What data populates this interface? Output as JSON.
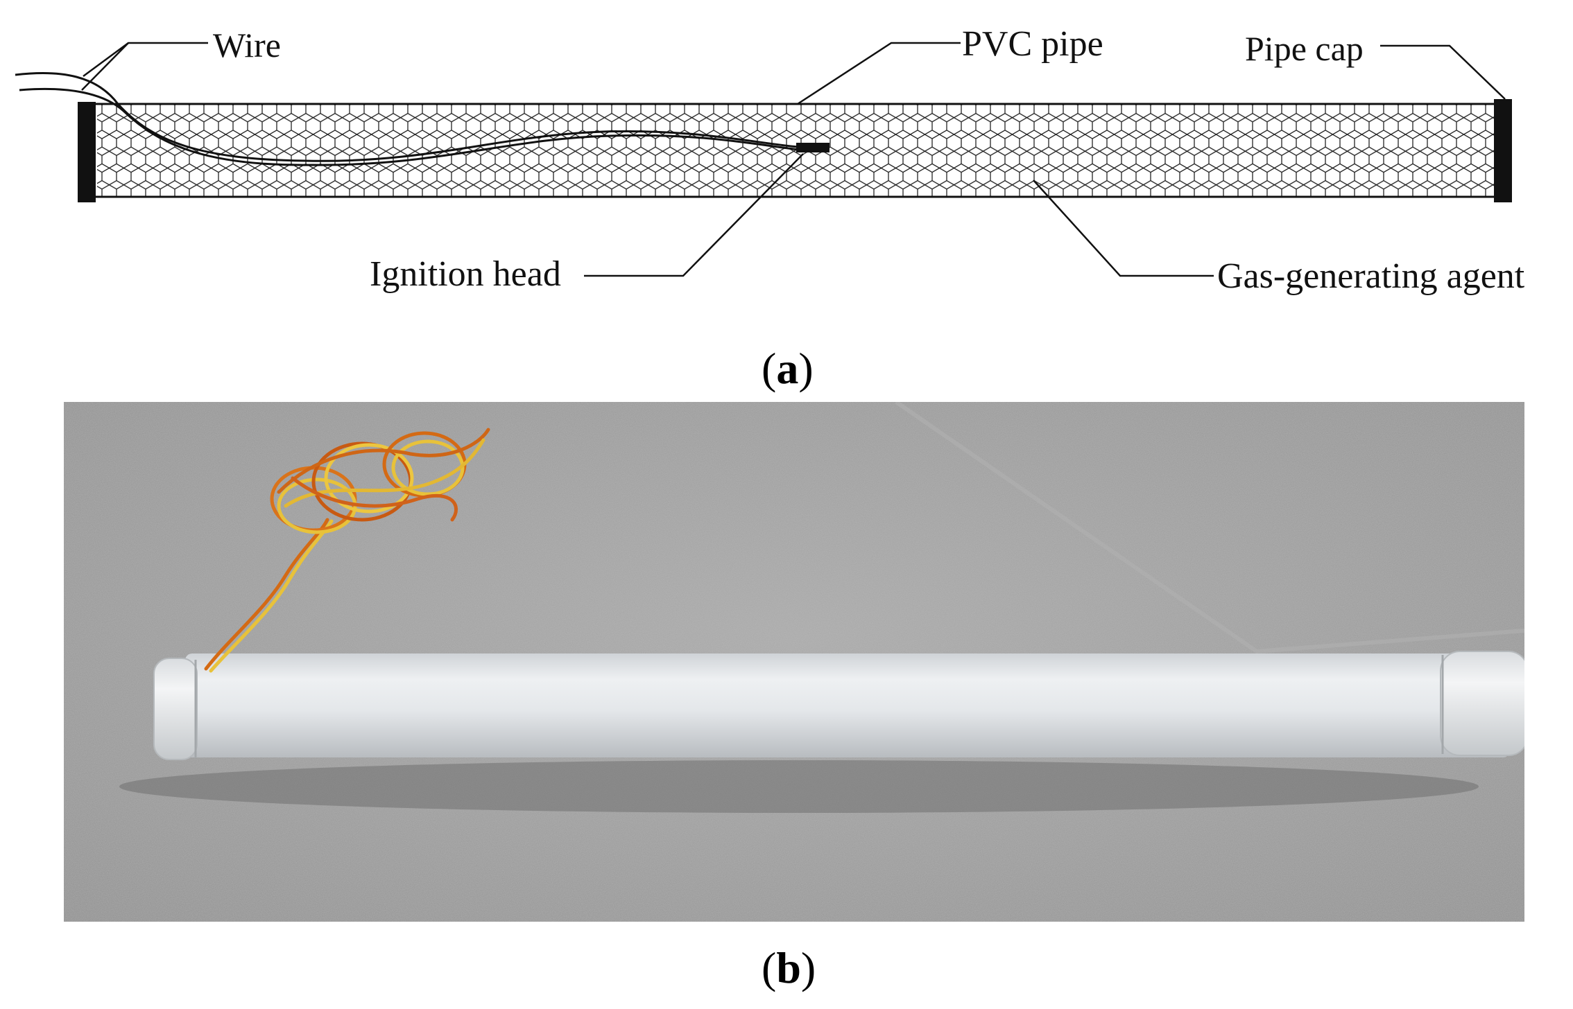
{
  "labels": {
    "wire": "Wire",
    "pvc_pipe": "PVC pipe",
    "pipe_cap": "Pipe cap",
    "ignition_head": "Ignition head",
    "gas_agent": "Gas-generating agent"
  },
  "captions": {
    "a_open": "(",
    "a_letter": "a",
    "a_close": ")",
    "b_open": "(",
    "b_letter": "b",
    "b_close": ")"
  },
  "colors": {
    "line": "#111111",
    "pipe_white": "#e6e9ec",
    "concrete": "#9a9a9a",
    "wire_orange": "#e07818",
    "wire_yellow": "#e8c23a"
  }
}
